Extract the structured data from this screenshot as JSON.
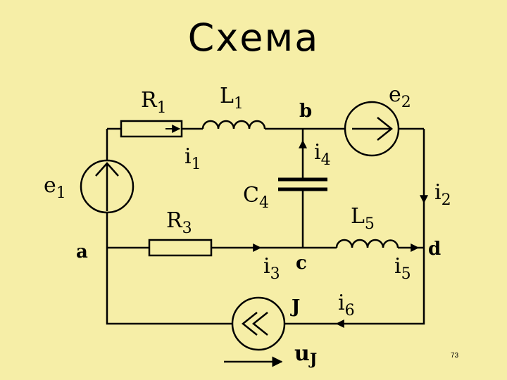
{
  "title": "Схема",
  "page_number": "73",
  "components": {
    "R1": {
      "main": "R",
      "sub": "1"
    },
    "L1": {
      "main": "L",
      "sub": "1"
    },
    "e2": {
      "main": "e",
      "sub": "2"
    },
    "e1": {
      "main": "e",
      "sub": "1"
    },
    "C4": {
      "main": "C",
      "sub": "4"
    },
    "R3": {
      "main": "R",
      "sub": "3"
    },
    "L5": {
      "main": "L",
      "sub": "5"
    },
    "J": {
      "main": "J"
    },
    "uJ": {
      "main": "u",
      "sub": "J"
    }
  },
  "currents": {
    "i1": {
      "main": "i",
      "sub": "1"
    },
    "i2": {
      "main": "i",
      "sub": "2"
    },
    "i3": {
      "main": "i",
      "sub": "3"
    },
    "i4": {
      "main": "i",
      "sub": "4"
    },
    "i5": {
      "main": "i",
      "sub": "5"
    },
    "i6": {
      "main": "i",
      "sub": "6"
    }
  },
  "nodes": {
    "a": "a",
    "b": "b",
    "c": "c",
    "d": "d"
  }
}
